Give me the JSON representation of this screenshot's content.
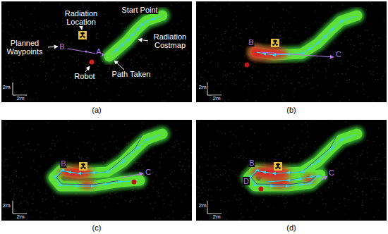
{
  "diagram": {
    "labels": [
      "Start Point",
      "Radiation Location",
      "Planned Waypoints",
      "B",
      "Radiation Costmap",
      "A",
      "Robot",
      "Path Taken",
      "2m",
      "2m",
      "(a)",
      "B",
      "C",
      "2m",
      "2m",
      "(b)",
      "B",
      "C",
      "2m",
      "2m",
      "(c)",
      "B",
      "C",
      "D",
      "2m",
      "2m",
      "(d)"
    ]
  }
}
